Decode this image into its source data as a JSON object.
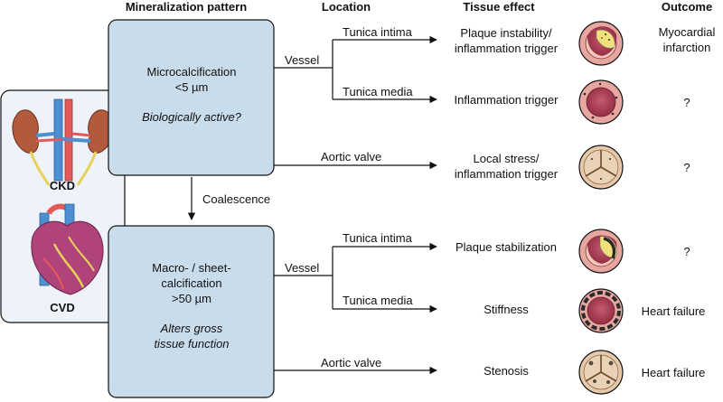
{
  "headers": {
    "mineralization": "Mineralization pattern",
    "location": "Location",
    "tissue_effect": "Tissue effect",
    "outcome": "Outcome"
  },
  "left_panel": {
    "ckd": "CKD",
    "cvd": "CVD"
  },
  "micro": {
    "title": "Microcalcification",
    "size": "<5 µm",
    "note": "Biologically active?"
  },
  "coalescence": "Coalescence",
  "macro": {
    "line1": "Macro- / sheet-",
    "line2": "calcification",
    "size": ">50 µm",
    "note1": "Alters gross",
    "note2": "tissue function"
  },
  "locations": {
    "vessel": "Vessel",
    "intima": "Tunica intima",
    "media": "Tunica media",
    "aortic": "Aortic valve"
  },
  "effects": {
    "e1a": "Plaque instability/",
    "e1b": "inflammation trigger",
    "e2": "Inflammation trigger",
    "e3a": "Local stress/",
    "e3b": "inflammation trigger",
    "e4": "Plaque stabilization",
    "e5": "Stiffness",
    "e6": "Stenosis"
  },
  "outcomes": {
    "o1a": "Myocardial",
    "o1b": "infarction",
    "o2": "?",
    "o3": "?",
    "o4": "?",
    "o5": "Heart failure",
    "o6": "Heart failure"
  },
  "colors": {
    "box_fill": "#c9dcec",
    "panel_fill": "#eef3f9",
    "vessel_wall": "#e8a6a0",
    "lumen": "#a3324a",
    "valve": "#e7c8a8",
    "calcium": "#2b2b2b"
  }
}
